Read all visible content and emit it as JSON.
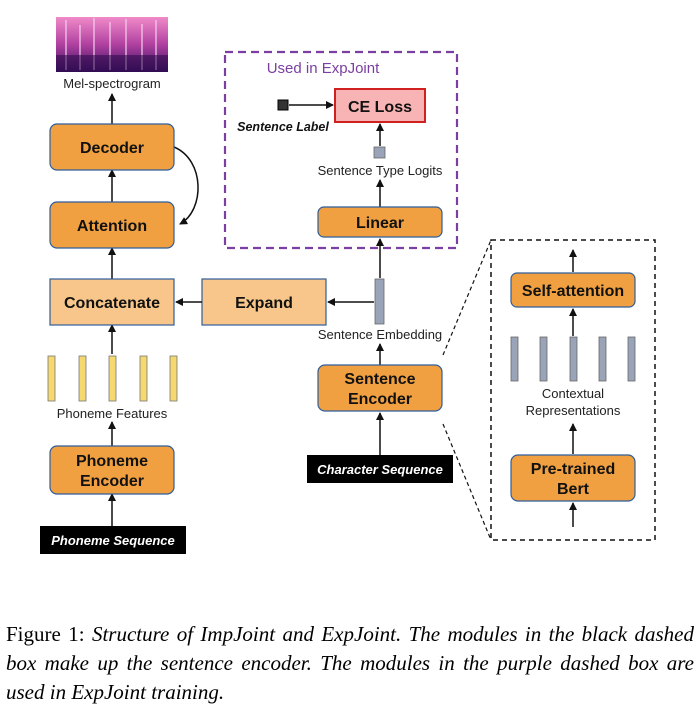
{
  "diagram": {
    "mel_spectrogram": "Mel-spectrogram",
    "decoder": "Decoder",
    "attention": "Attention",
    "concatenate": "Concatenate",
    "expand": "Expand",
    "phoneme_features": "Phoneme Features",
    "phoneme_encoder": [
      "Phoneme",
      "Encoder"
    ],
    "phoneme_sequence": "Phoneme Sequence",
    "used_in_expjoint": "Used in ExpJoint",
    "sentence_label": "Sentence Label",
    "ce_loss": "CE Loss",
    "sentence_type_logits": "Sentence Type Logits",
    "linear": "Linear",
    "sentence_embedding": "Sentence Embedding",
    "sentence_encoder": [
      "Sentence",
      "Encoder"
    ],
    "character_sequence": "Character Sequence",
    "self_attention": "Self-attention",
    "contextual_representations": [
      "Contextual",
      "Representations"
    ],
    "pretrained_bert": [
      "Pre-trained",
      "Bert"
    ]
  },
  "colors": {
    "orange": "#f0a040",
    "light_orange": "#f8c68a",
    "purple": "#7a3fa0",
    "ce_fill": "#f8b4b4",
    "ce_border": "#d02020",
    "feature_yellow": "#f5d870",
    "vector_gray": "#9aa4b8"
  },
  "caption": {
    "figure_label": "Figure 1:",
    "text": "Structure of ImpJoint and ExpJoint. The modules in the black dashed box make up the sentence encoder. The modules in the purple dashed box are used in ExpJoint training."
  }
}
